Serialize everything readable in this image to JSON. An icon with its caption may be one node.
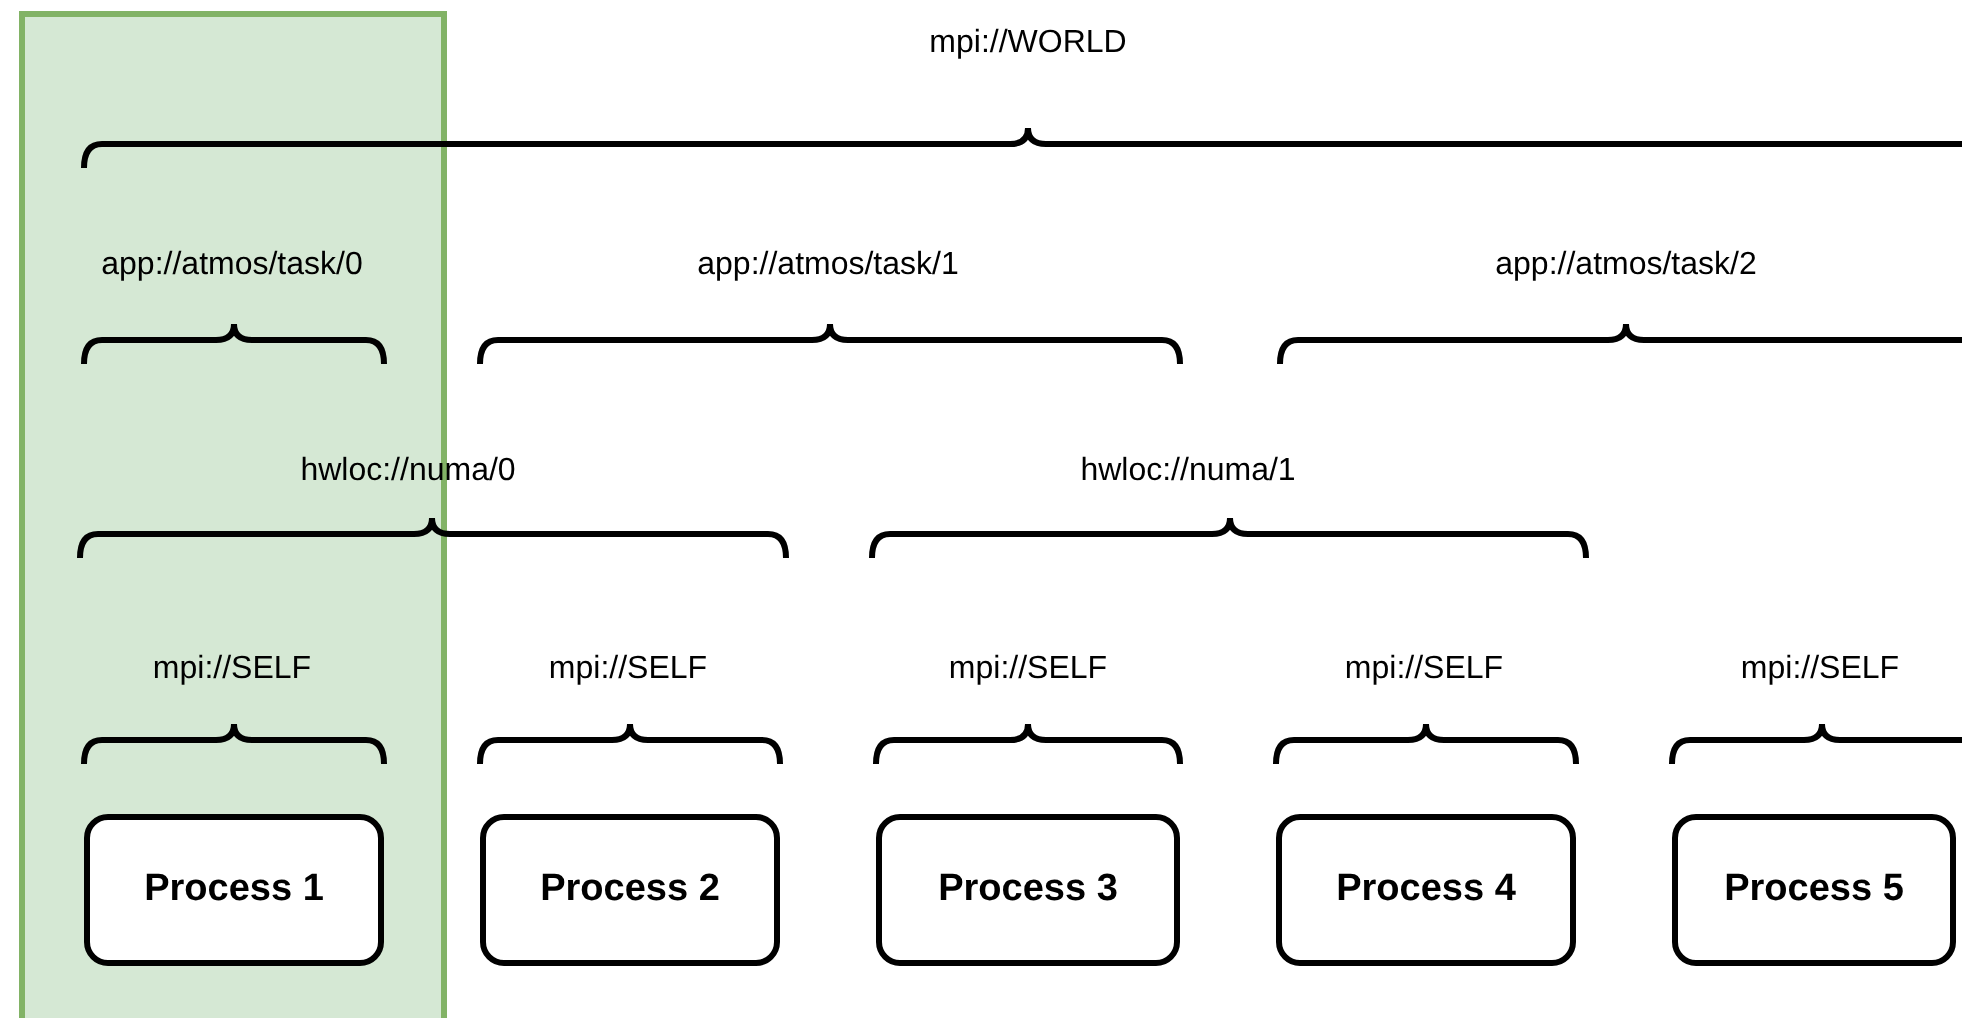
{
  "diagram": {
    "nodes": [
      {
        "text": [
          "Process 1"
        ]
      },
      {
        "text": [
          "Process 2"
        ]
      },
      {
        "text": [
          "Process 3"
        ]
      },
      {
        "text": [
          "Process 4"
        ]
      },
      {
        "text": [
          "Process 5"
        ]
      }
    ],
    "labels": [
      "mpi://WORLD",
      "app://atmos/task/0",
      "app://atmos/task/1",
      "app://atmos/task/2",
      "hwloc://numa/0",
      "hwloc://numa/1",
      "mpi://SELF",
      "mpi://SELF",
      "mpi://SELF",
      "mpi://SELF",
      "mpi://SELF"
    ]
  }
}
